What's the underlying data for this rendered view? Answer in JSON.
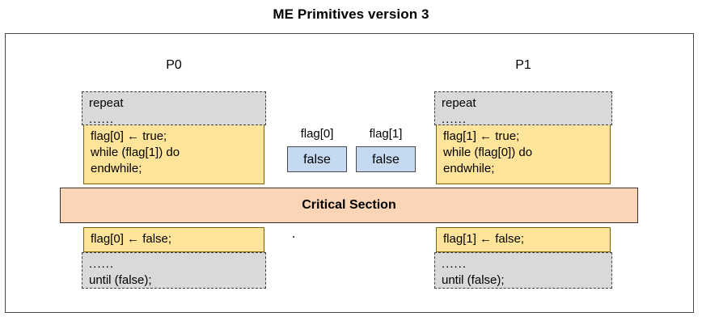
{
  "title": "ME Primitives version 3",
  "processes": [
    {
      "name": "P0",
      "repeat_block": [
        "repeat",
        "......"
      ],
      "entry_block": [
        "flag[0] ← true;",
        "while (flag[1]) do",
        "endwhile;"
      ],
      "exit_block": [
        "flag[0] ← false;"
      ],
      "until_block": [
        "......",
        "until (false);"
      ]
    },
    {
      "name": "P1",
      "repeat_block": [
        "repeat",
        "......"
      ],
      "entry_block": [
        "flag[1] ← true;",
        "while (flag[0]) do",
        "endwhile;"
      ],
      "exit_block": [
        "flag[1] ← false;"
      ],
      "until_block": [
        "......",
        "until (false);"
      ]
    }
  ],
  "flags": [
    {
      "name": "flag[0]",
      "value": "false"
    },
    {
      "name": "flag[1]",
      "value": "false"
    }
  ],
  "critical_section": {
    "label": "Critical Section"
  },
  "colors": {
    "grey_block": "#d9d9d9",
    "yellow_block": "#ffe499",
    "critical_section": "#fbd5b5",
    "flag_box": "#c5d9f1",
    "frame_border": "#4a4a4a"
  }
}
